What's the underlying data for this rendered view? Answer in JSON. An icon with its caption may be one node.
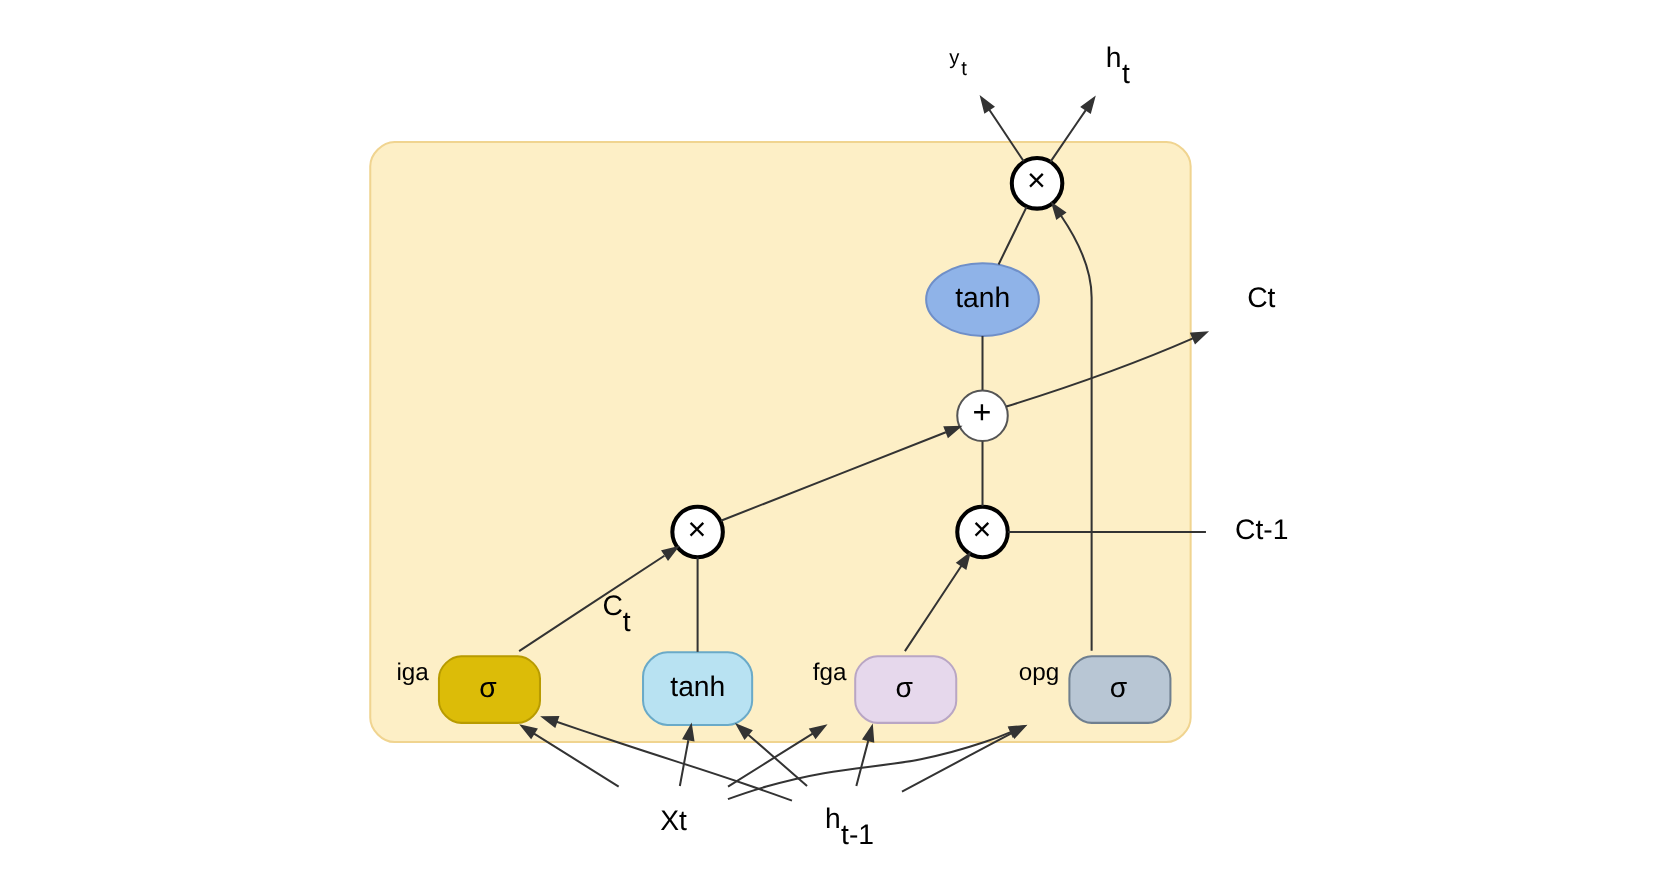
{
  "diagram": {
    "nodes": [
      {
        "text": [],
        "shape": "box"
      },
      {
        "text": [
          "Ct-1"
        ]
      },
      {
        "text": [
          "×"
        ],
        "in": 0
      },
      {
        "text": [
          "+"
        ],
        "in": 0
      },
      {
        "text": [
          "×"
        ],
        "in": 0
      },
      {
        "text": [
          "tanh"
        ],
        "in": 0
      },
      {
        "text": [
          "×"
        ],
        "in": 0
      },
      {
        "text": [
          "σ"
        ],
        "in": 0,
        "beside": [
          "fga"
        ]
      },
      {
        "text": [
          "σ"
        ],
        "in": 0,
        "beside": [
          "iga"
        ]
      },
      {
        "text": [
          "tanh"
        ],
        "in": 0
      },
      {
        "text": [
          "σ"
        ],
        "in": 0,
        "beside": [
          "opg"
        ]
      },
      {
        "text": [
          "Ct"
        ]
      },
      {
        "text": [
          "y$_{t}$"
        ]
      },
      {
        "text": [
          "h$_{t-1}$"
        ]
      },
      {
        "text": [
          "Xt"
        ]
      },
      {
        "text": [
          "h$_{t}$"
        ]
      }
    ],
    "edges": [
      {
        "from": 1,
        "to": 2,
        "arrow": "none"
      },
      {
        "from": 2,
        "to": 3,
        "arrow": "none"
      },
      {
        "from": 3,
        "to": 11,
        "arrow": "to"
      },
      {
        "from": 3,
        "to": 5,
        "arrow": "none"
      },
      {
        "from": 7,
        "to": 2,
        "arrow": "to"
      },
      {
        "from": 8,
        "to": 4,
        "arrow": "to",
        "label": "C$_{t}$"
      },
      {
        "from": 9,
        "to": 4,
        "arrow": "none"
      },
      {
        "from": 4,
        "to": 3,
        "arrow": "to"
      },
      {
        "from": 10,
        "to": 6,
        "arrow": "to"
      },
      {
        "from": 5,
        "to": 6,
        "arrow": "none"
      },
      {
        "from": 6,
        "to": 15,
        "arrow": "to"
      },
      {
        "from": 6,
        "to": 12,
        "arrow": "to"
      },
      {
        "from": 13,
        "to": 7,
        "arrow": "to"
      },
      {
        "from": 13,
        "to": 8,
        "arrow": "to"
      },
      {
        "from": 13,
        "to": 9,
        "arrow": "to"
      },
      {
        "from": 13,
        "to": 10,
        "arrow": "to"
      },
      {
        "from": 14,
        "to": 7,
        "arrow": "to"
      },
      {
        "from": 14,
        "to": 8,
        "arrow": "to"
      },
      {
        "from": 14,
        "to": 9,
        "arrow": "to"
      },
      {
        "from": 14,
        "to": 10,
        "arrow": "to"
      }
    ]
  }
}
